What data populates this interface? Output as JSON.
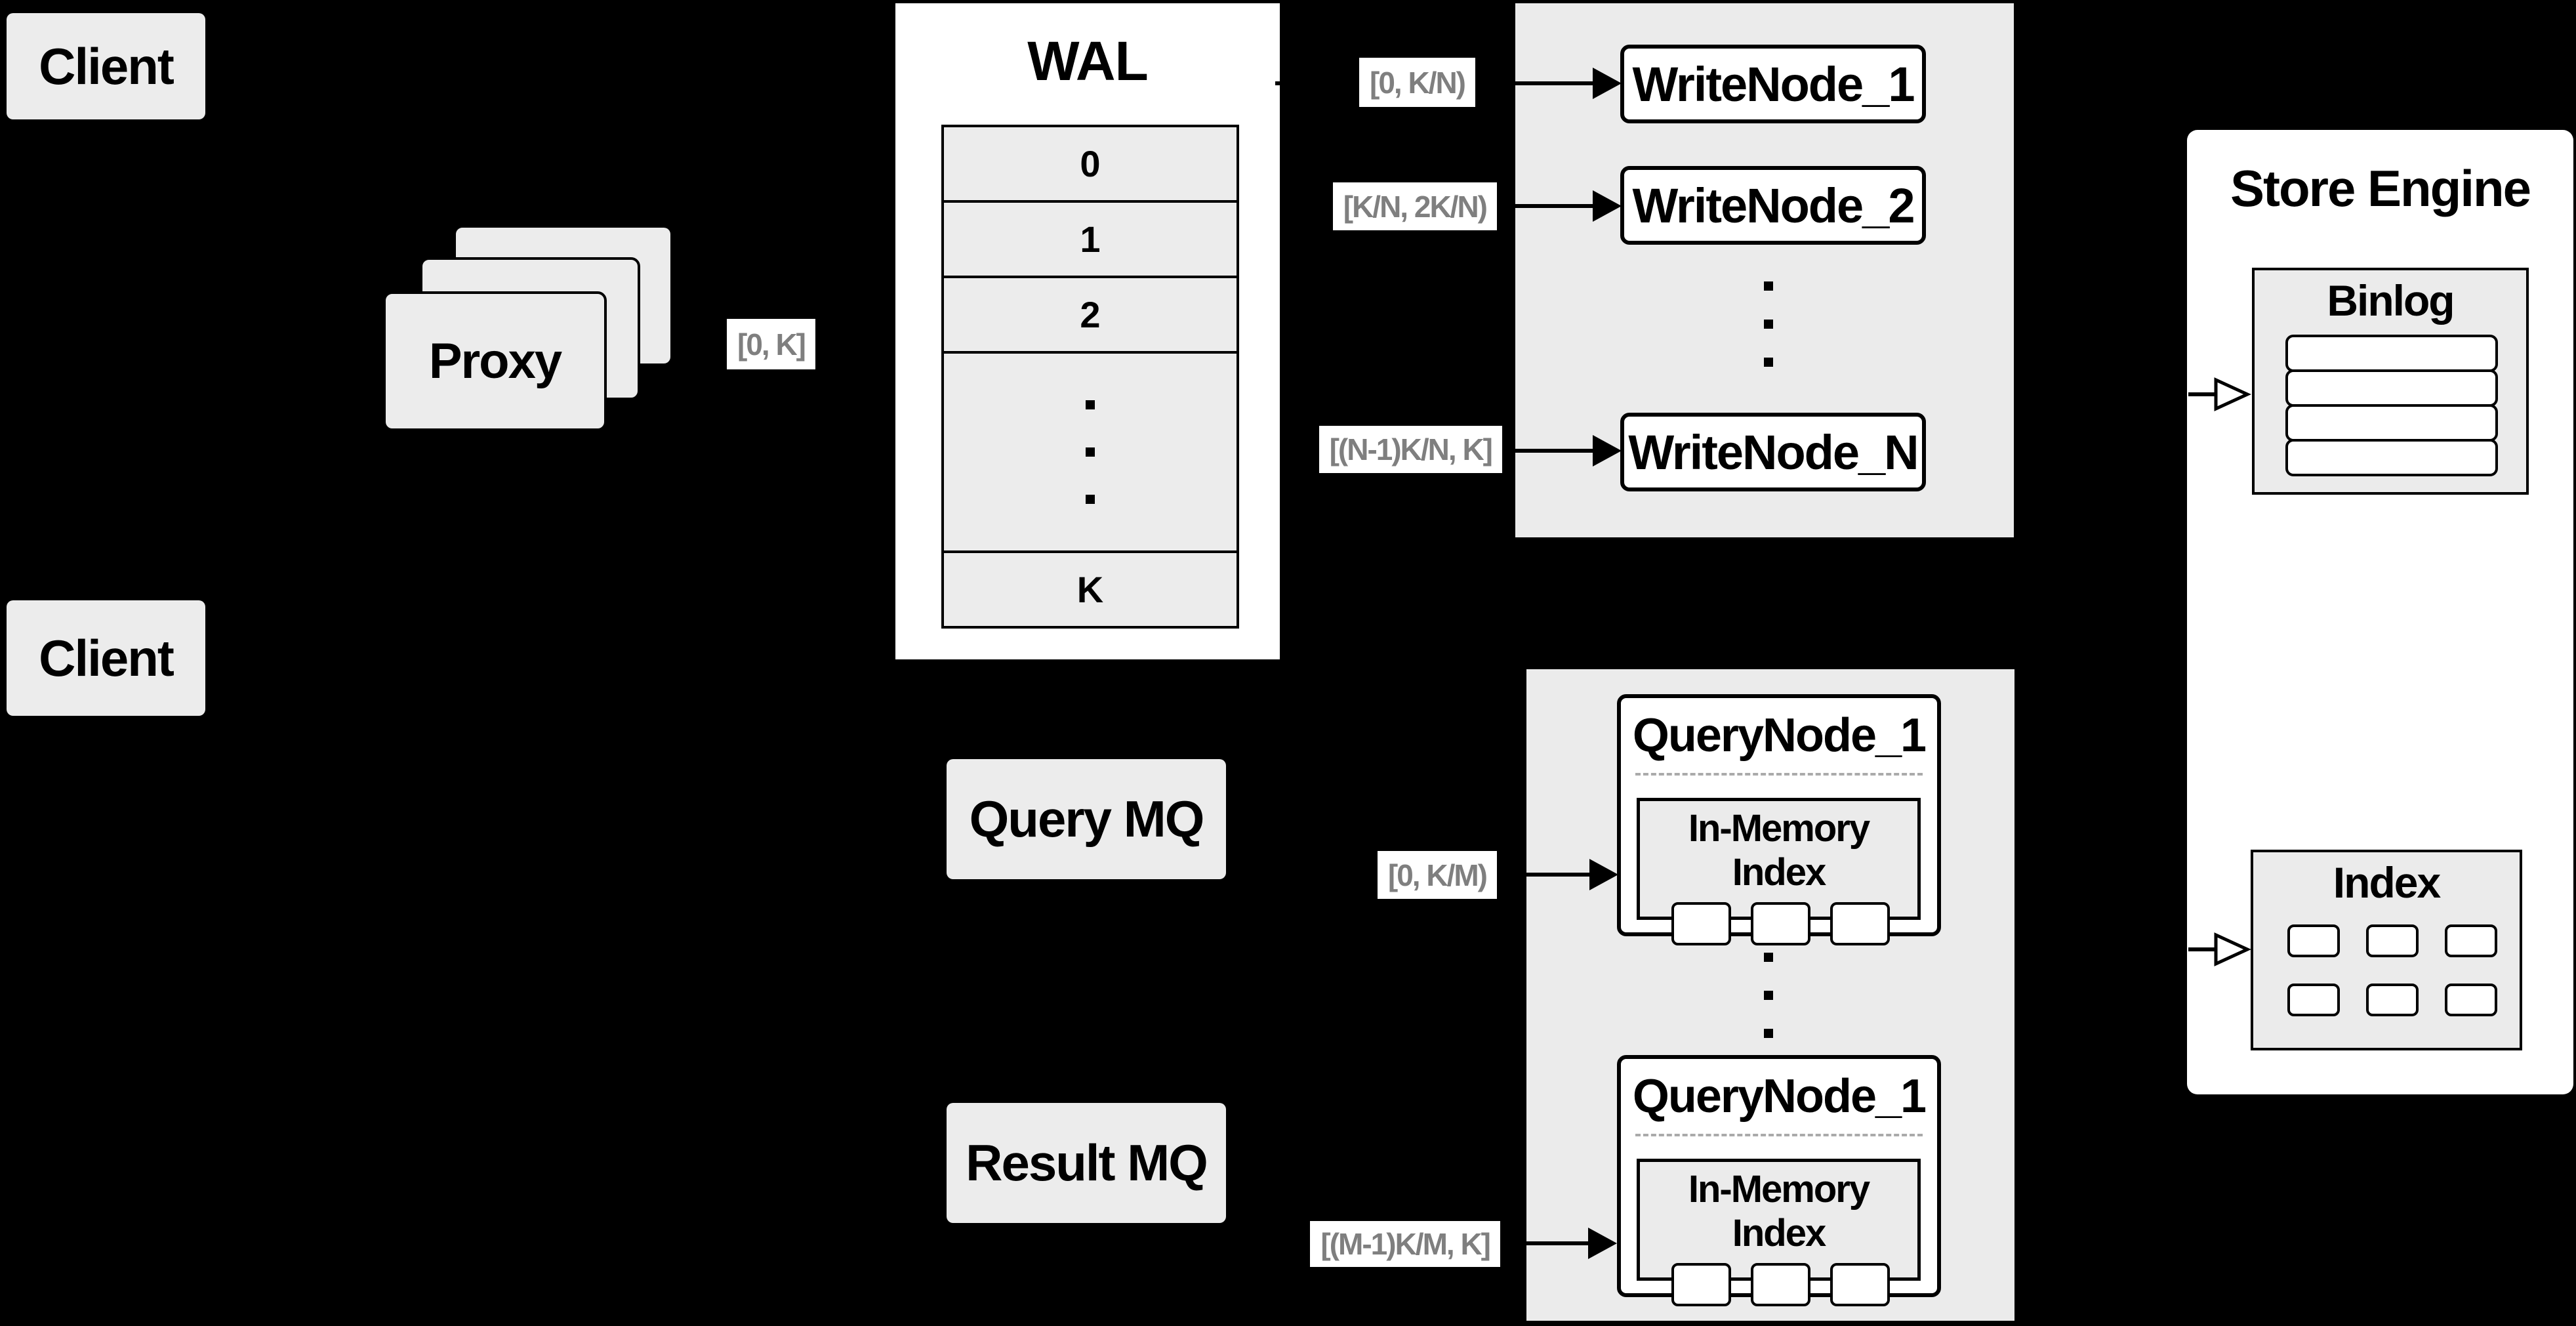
{
  "colors": {
    "background": "#000000",
    "box_fill": "#ececec",
    "panel_fill": "#ebebeb",
    "node_fill": "#ffffff",
    "border": "#000000",
    "label_text": "#7f7f7f",
    "text": "#000000",
    "dashed_divider": "#aaaaaa"
  },
  "clients": {
    "top_label": "Client",
    "bottom_label": "Client"
  },
  "proxy": {
    "label": "Proxy"
  },
  "flow_labels": {
    "proxy_to_wal": "[0, K]",
    "wal_to_writenode_1": "[0,  K/N)",
    "wal_to_writenode_2": "[K/N, 2K/N)",
    "wal_to_writenode_n": "[(N-1)K/N,  K]",
    "querymq_to_querynode_1": "[0, K/M)",
    "resultmq_to_querynode_m": "[(M-1)K/M, K]"
  },
  "wal": {
    "title": "WAL",
    "rows": [
      "0",
      "1",
      "2",
      "K"
    ]
  },
  "write_nodes": {
    "node_1": "WriteNode_1",
    "node_2": "WriteNode_2",
    "node_n": "WriteNode_N"
  },
  "message_queues": {
    "query": "Query MQ",
    "result": "Result MQ"
  },
  "query_nodes": {
    "top": {
      "title": "QueryNode_1",
      "index_label": "In-Memory Index"
    },
    "bottom": {
      "title": "QueryNode_1",
      "index_label": "In-Memory Index"
    }
  },
  "store_engine": {
    "title": "Store Engine",
    "binlog_title": "Binlog",
    "index_title": "Index"
  },
  "icons": {
    "solid_arrow": "filled-right-arrow",
    "open_arrow": "hollow-right-arrow",
    "vertical_ellipsis": "three-vertical-dots"
  }
}
